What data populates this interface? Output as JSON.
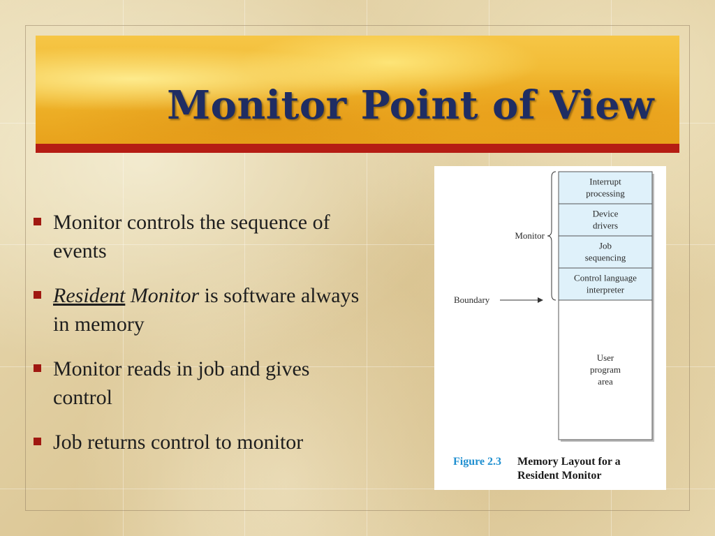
{
  "slide": {
    "title": "Monitor Point of View",
    "bullets": [
      {
        "parts": [
          {
            "text": "Monitor controls the sequence of events",
            "style": "normal"
          }
        ]
      },
      {
        "parts": [
          {
            "text": "Resident",
            "style": "italic-underline"
          },
          {
            "text": " Monitor",
            "style": "italic"
          },
          {
            "text": " is software always in memory",
            "style": "normal"
          }
        ]
      },
      {
        "parts": [
          {
            "text": "Monitor reads in job and gives control",
            "style": "normal"
          }
        ]
      },
      {
        "parts": [
          {
            "text": "Job returns control to monitor",
            "style": "normal"
          }
        ]
      }
    ]
  },
  "figure": {
    "blocks": [
      {
        "lines": [
          "Interrupt",
          "processing"
        ],
        "region": "monitor"
      },
      {
        "lines": [
          "Device",
          "drivers"
        ],
        "region": "monitor"
      },
      {
        "lines": [
          "Job",
          "sequencing"
        ],
        "region": "monitor"
      },
      {
        "lines": [
          "Control language",
          "interpreter"
        ],
        "region": "monitor"
      },
      {
        "lines": [
          "User",
          "program",
          "area"
        ],
        "region": "user"
      }
    ],
    "monitor_label": "Monitor",
    "boundary_label": "Boundary",
    "caption_number": "Figure 2.3",
    "caption_lines": [
      "Memory Layout for a",
      "Resident Monitor"
    ],
    "colors": {
      "monitor_fill": "#dff1fa",
      "user_fill": "#ffffff",
      "caption_number": "#1f8fd0"
    }
  },
  "colors": {
    "title": "#1f2d63",
    "rule": "#b51d14",
    "bullet": "#a01811"
  }
}
